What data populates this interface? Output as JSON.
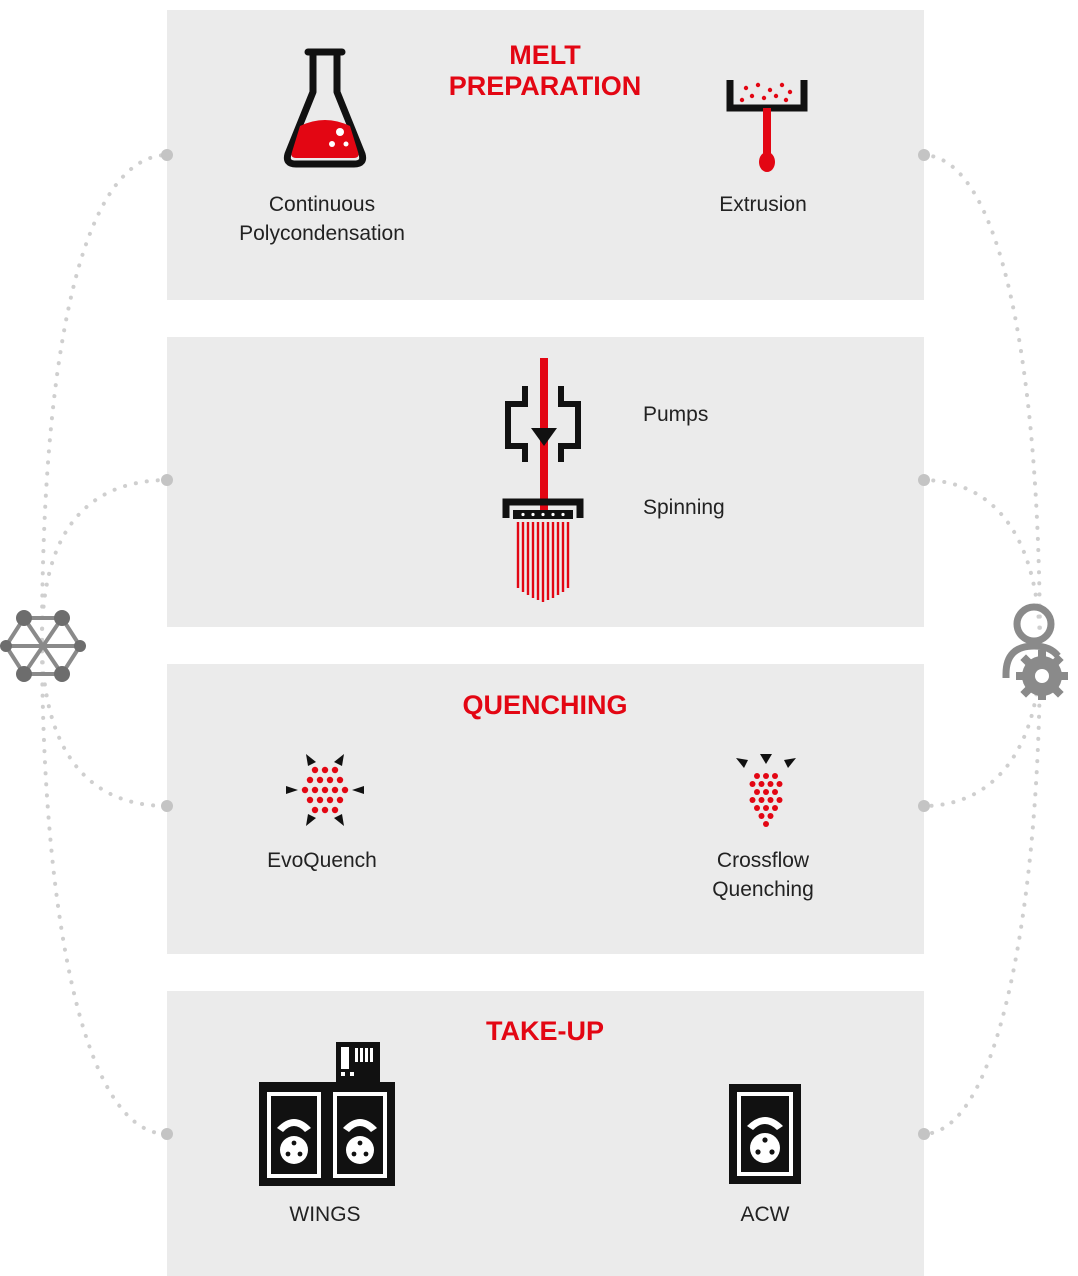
{
  "colors": {
    "accent": "#e30613",
    "dark": "#111111",
    "panel": "#ebebeb",
    "dots": "#c8c8c8"
  },
  "sections": {
    "melt": {
      "heading": "MELT\nPREPARATION",
      "items": [
        {
          "label": "Continuous\nPolycondensation",
          "icon": "flask-icon"
        },
        {
          "label": "Extrusion",
          "icon": "extruder-icon"
        }
      ]
    },
    "spinning": {
      "items": [
        {
          "label": "Pumps",
          "icon": "pump-icon"
        },
        {
          "label": "Spinning",
          "icon": "spinneret-icon"
        }
      ]
    },
    "quenching": {
      "heading": "QUENCHING",
      "items": [
        {
          "label": "EvoQuench",
          "icon": "evoquench-icon"
        },
        {
          "label": "Crossflow\nQuenching",
          "icon": "crossflow-icon"
        }
      ]
    },
    "takeup": {
      "heading": "TAKE-UP",
      "items": [
        {
          "label": "WINGS",
          "icon": "winder-double-icon"
        },
        {
          "label": "ACW",
          "icon": "winder-single-icon"
        }
      ]
    }
  },
  "side_icons": {
    "left": "network-icon",
    "right": "user-gear-icon"
  }
}
